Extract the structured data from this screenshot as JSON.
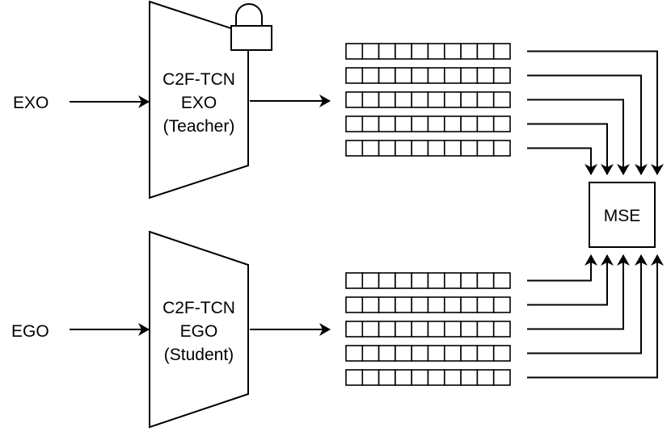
{
  "diagram": {
    "teacher": {
      "input_label": "EXO",
      "model_line1": "C2F-TCN",
      "model_line2": "EXO",
      "model_line3": "(Teacher)",
      "lock_icon": "lock-icon"
    },
    "student": {
      "input_label": "EGO",
      "model_line1": "C2F-TCN",
      "model_line2": "EGO",
      "model_line3": "(Student)"
    },
    "loss_label": "MSE",
    "feature_rows_per_model": 5,
    "cells_per_row": 10
  }
}
